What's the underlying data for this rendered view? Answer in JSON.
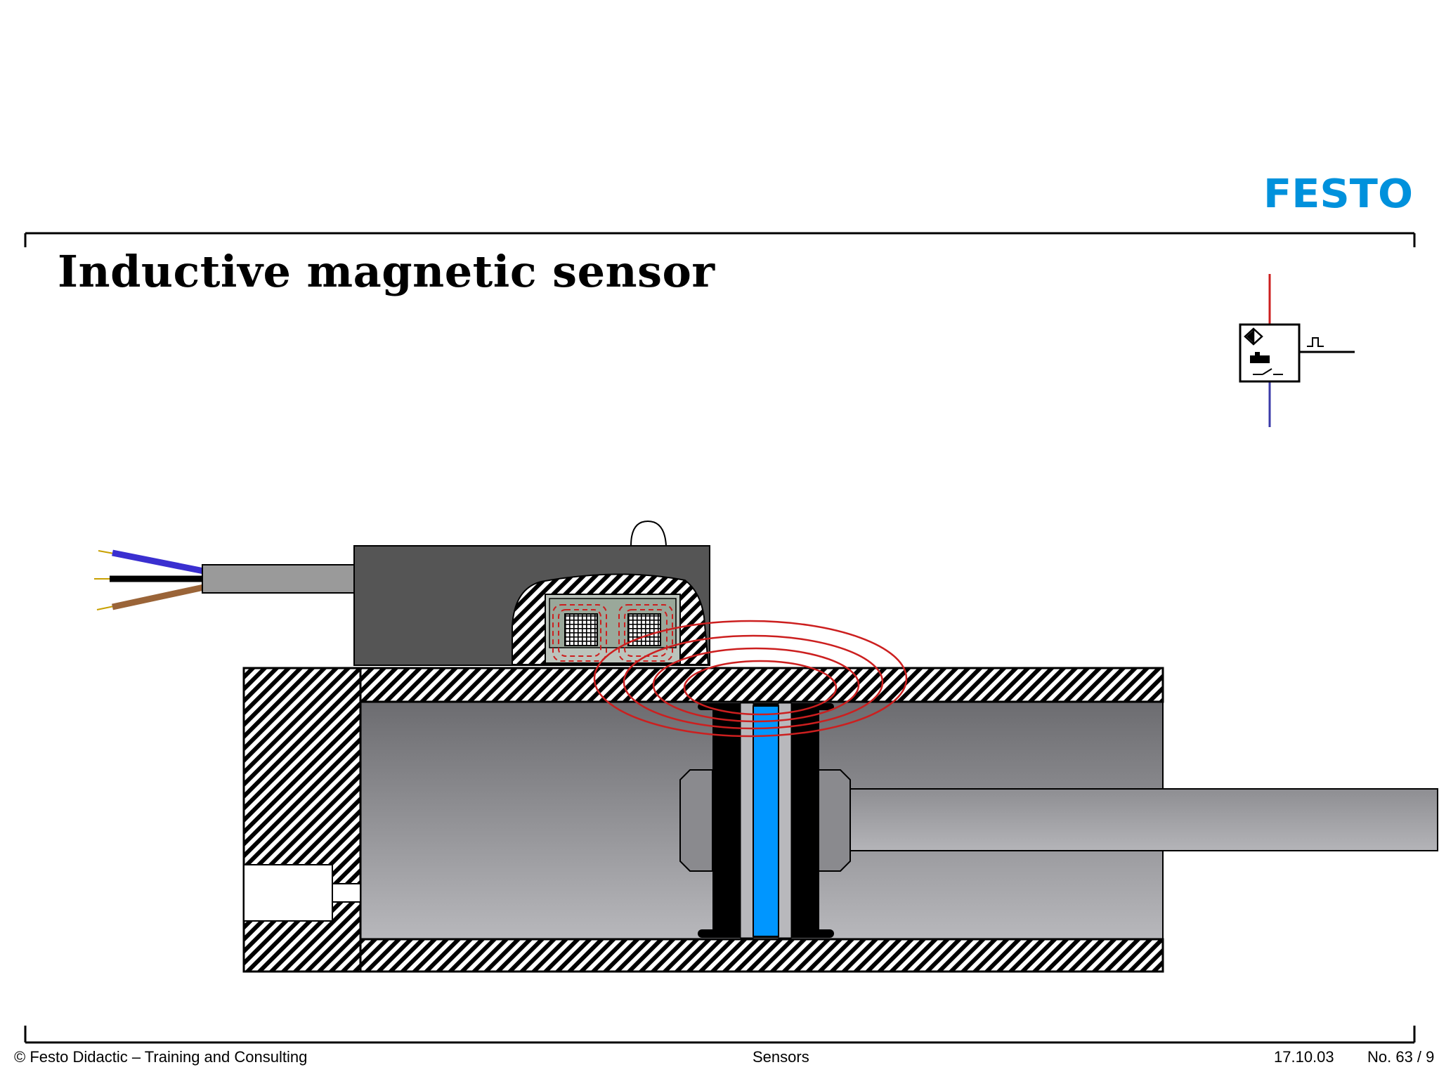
{
  "brand": {
    "name": "FESTO",
    "color": "#0091dc"
  },
  "slide": {
    "title": "Inductive magnetic sensor"
  },
  "footer": {
    "copyright": "© Festo Didactic – Training and Consulting",
    "topic": "Sensors",
    "date": "17.10.03",
    "page": "No. 63 / 9"
  },
  "colors": {
    "wire_blue": "#3a2fd0",
    "wire_black": "#000000",
    "wire_brown": "#9a6438",
    "field_lines": "#cc1f1f",
    "piston_seal": "#0096ff",
    "symbol_supply": "#cc1f1f",
    "symbol_ground": "#3a3aa8"
  },
  "icons": [
    "festo-logo",
    "inductive-sensor-symbol-icon",
    "pulse-output-icon"
  ]
}
